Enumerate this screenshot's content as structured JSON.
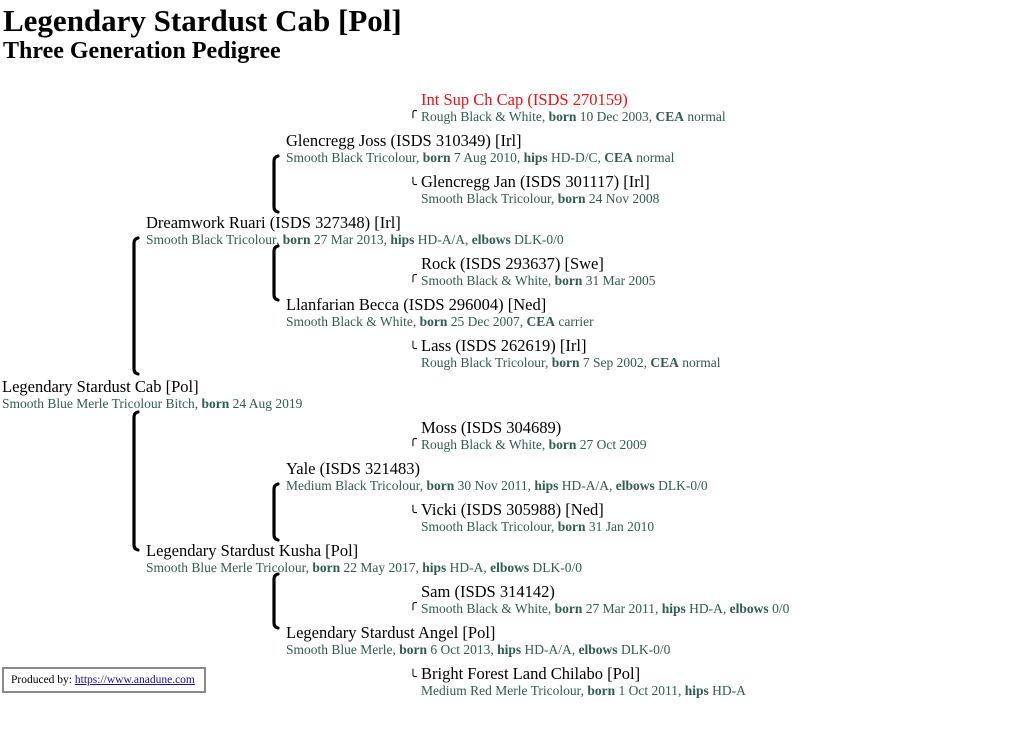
{
  "header": {
    "title": "Legendary Stardust Cab [Pol]",
    "subtitle": "Three Generation Pedigree"
  },
  "pedigree": {
    "subject": {
      "name": "Legendary Stardust Cab [Pol]",
      "desc": "Smooth Blue Merle Tricolour Bitch, ",
      "born_label": "born",
      "born": " 24 Aug 2019"
    },
    "sire": {
      "name": "Dreamwork Ruari (ISDS 327348) [Irl]",
      "desc": "Smooth Black Tricolour, ",
      "born": " 27 Mar 2013, ",
      "hips": " HD-A/A, ",
      "elbows": " DLK-0/0"
    },
    "sire_sire": {
      "name": "Glencregg Joss (ISDS 310349) [Irl]",
      "desc": "Smooth Black Tricolour, ",
      "born": " 7 Aug 2010, ",
      "hips": " HD-D/C, ",
      "cea": " normal"
    },
    "sire_sire_sire": {
      "name": "Int Sup Ch Cap (ISDS 270159)",
      "desc": "Rough Black & White, ",
      "born": " 10 Dec 2003, ",
      "cea": " normal"
    },
    "sire_sire_dam": {
      "name": "Glencregg Jan (ISDS 301117) [Irl]",
      "desc": "Smooth Black Tricolour, ",
      "born": " 24 Nov 2008"
    },
    "sire_dam": {
      "name": "Llanfarian Becca (ISDS 296004) [Ned]",
      "desc": "Smooth Black & White, ",
      "born": " 25 Dec 2007, ",
      "cea": " carrier"
    },
    "sire_dam_sire": {
      "name": "Rock (ISDS 293637) [Swe]",
      "desc": "Smooth Black & White, ",
      "born": " 31 Mar 2005"
    },
    "sire_dam_dam": {
      "name": "Lass (ISDS 262619) [Irl]",
      "desc": "Rough Black Tricolour, ",
      "born": " 7 Sep 2002, ",
      "cea": " normal"
    },
    "dam": {
      "name": "Legendary Stardust Kusha [Pol]",
      "desc": "Smooth Blue Merle Tricolour, ",
      "born": " 22 May 2017, ",
      "hips": " HD-A, ",
      "elbows": " DLK-0/0"
    },
    "dam_sire": {
      "name": "Yale (ISDS 321483)",
      "desc": "Medium Black Tricolour, ",
      "born": " 30 Nov 2011, ",
      "hips": " HD-A/A, ",
      "elbows": " DLK-0/0"
    },
    "dam_sire_sire": {
      "name": "Moss (ISDS 304689)",
      "desc": "Rough Black & White, ",
      "born": " 27 Oct 2009"
    },
    "dam_sire_dam": {
      "name": "Vicki (ISDS 305988) [Ned]",
      "desc": "Smooth Black Tricolour, ",
      "born": " 31 Jan 2010"
    },
    "dam_dam": {
      "name": "Legendary Stardust Angel [Pol]",
      "desc": "Smooth Blue Merle, ",
      "born": " 6 Oct 2013, ",
      "hips": " HD-A/A, ",
      "elbows": " DLK-0/0"
    },
    "dam_dam_sire": {
      "name": "Sam (ISDS 314142)",
      "desc": "Smooth Black & White, ",
      "born": " 27 Mar 2011, ",
      "hips": " HD-A, ",
      "elbows": " 0/0"
    },
    "dam_dam_dam": {
      "name": "Bright Forest Land Chilabo [Pol]",
      "desc": "Medium Red Merle Tricolour, ",
      "born": " 1 Oct 2011, ",
      "hips": " HD-A"
    }
  },
  "labels": {
    "born": "born",
    "hips": "hips",
    "elbows": "elbows",
    "cea": "CEA"
  },
  "footer": {
    "produced_by": "Produced by: ",
    "link_text": "https://www.anadune.com"
  },
  "colors": {
    "champion_name": "#ee1111",
    "description": "#2f5d52",
    "link": "#1a0dab"
  }
}
